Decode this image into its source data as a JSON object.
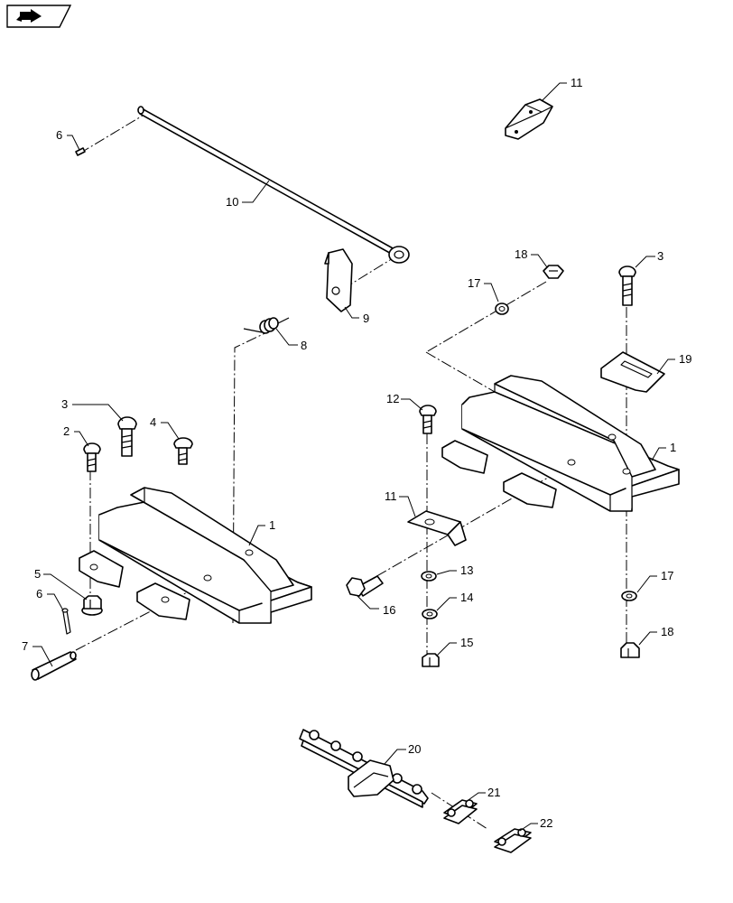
{
  "callouts": {
    "c1_left": "1",
    "c1_right": "1",
    "c2": "2",
    "c3_left": "3",
    "c3_right": "3",
    "c4": "4",
    "c5": "5",
    "c6_top": "6",
    "c6_bottom": "6",
    "c7": "7",
    "c8": "8",
    "c9": "9",
    "c10": "10",
    "c11_top": "11",
    "c11_mid": "11",
    "c12": "12",
    "c13": "13",
    "c14": "14",
    "c15": "15",
    "c16": "16",
    "c17_top": "17",
    "c17_right": "17",
    "c18_top": "18",
    "c18_right": "18",
    "c19": "19",
    "c20": "20",
    "c21": "21",
    "c22": "22"
  },
  "icons": {
    "nav": "next-page-arrow-icon"
  }
}
